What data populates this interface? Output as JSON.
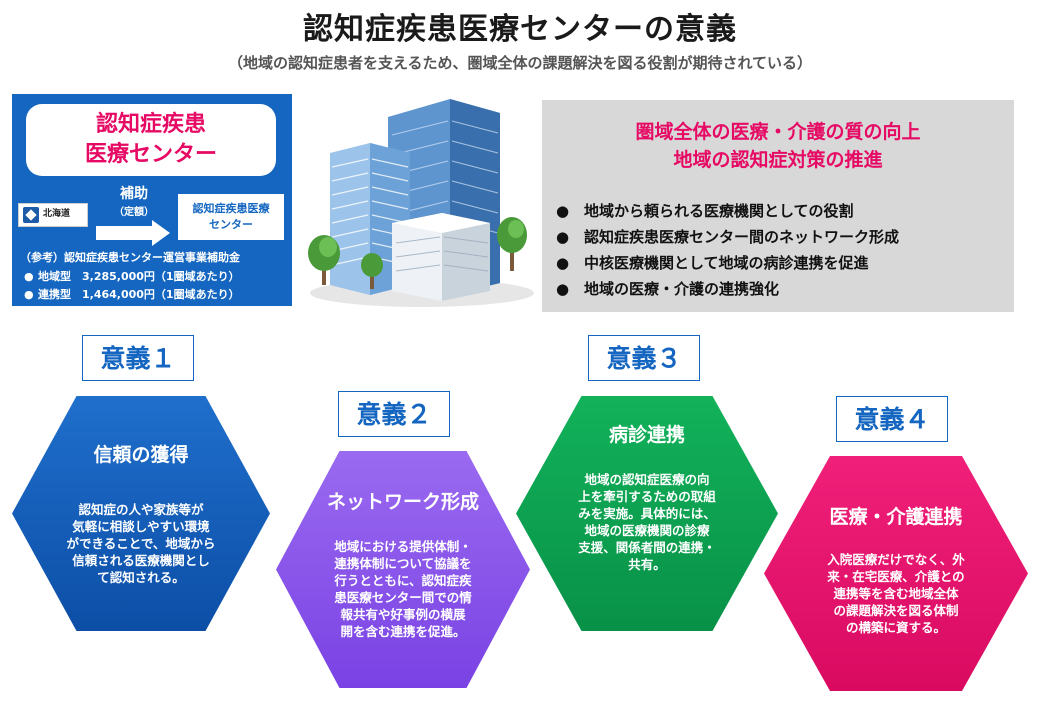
{
  "title": "認知症疾患医療センターの意義",
  "subtitle": "（地域の認知症患者を支えるため、圏域全体の課題解決を図る役割が期待されている）",
  "info_panel": {
    "center_line1": "認知症疾患",
    "center_line2": "医療センター",
    "prefecture": "北海道",
    "subsidy_label": "補助",
    "subsidy_sub": "（定額）",
    "target_line1": "認知症疾患医療",
    "target_line2": "センター",
    "ref_title": "（参考）認知症疾患センター運営事業補助金",
    "ref_items": [
      "地域型　3,285,000円（1圏域あたり）",
      "連携型　1,464,000円（1圏域あたり）"
    ],
    "bullet_char": "●"
  },
  "goals_panel": {
    "head_line1": "圏域全体の医療・介護の質の向上",
    "head_line2": "地域の認知症対策の推進",
    "bullets": [
      "地域から頼られる医療機関としての役割",
      "認知症疾患医療センター間のネットワーク形成",
      "中核医療機関として地域の病診連携を促進",
      "地域の医療・介護の連携強化"
    ],
    "bullet_char": "●"
  },
  "significance": [
    {
      "label": "意義１",
      "title": "信頼の獲得",
      "lines": [
        "認知症の人や家族等が",
        "気軽に相談しやすい環境",
        "ができることで、地域から",
        "信頼される医療機関とし",
        "て認知される。"
      ],
      "color": "#1466c0"
    },
    {
      "label": "意義２",
      "title": "ネットワーク形成",
      "lines": [
        "地域における提供体制・",
        "連携体制について協議を",
        "行うとともに、認知症疾",
        "患医療センター間での情",
        "報共有や好事例の横展",
        "開を含む連携を促進。"
      ],
      "color": "#8a55ea"
    },
    {
      "label": "意義３",
      "title": "病診連携",
      "lines": [
        "地域の認知症医療の向",
        "上を牽引するための取組",
        "みを実施。具体的には、",
        "地域の医療機関の診療",
        "支援、関係者間の連携・",
        "共有。"
      ],
      "color": "#0ea352"
    },
    {
      "label": "意義４",
      "title": "医療・介護連携",
      "lines": [
        "入院医療だけでなく、外",
        "来・在宅医療、介護との",
        "連携等を含む地域全体",
        "の課題解決を図る体制",
        "の構築に資する。"
      ],
      "color": "#e8106c"
    }
  ]
}
